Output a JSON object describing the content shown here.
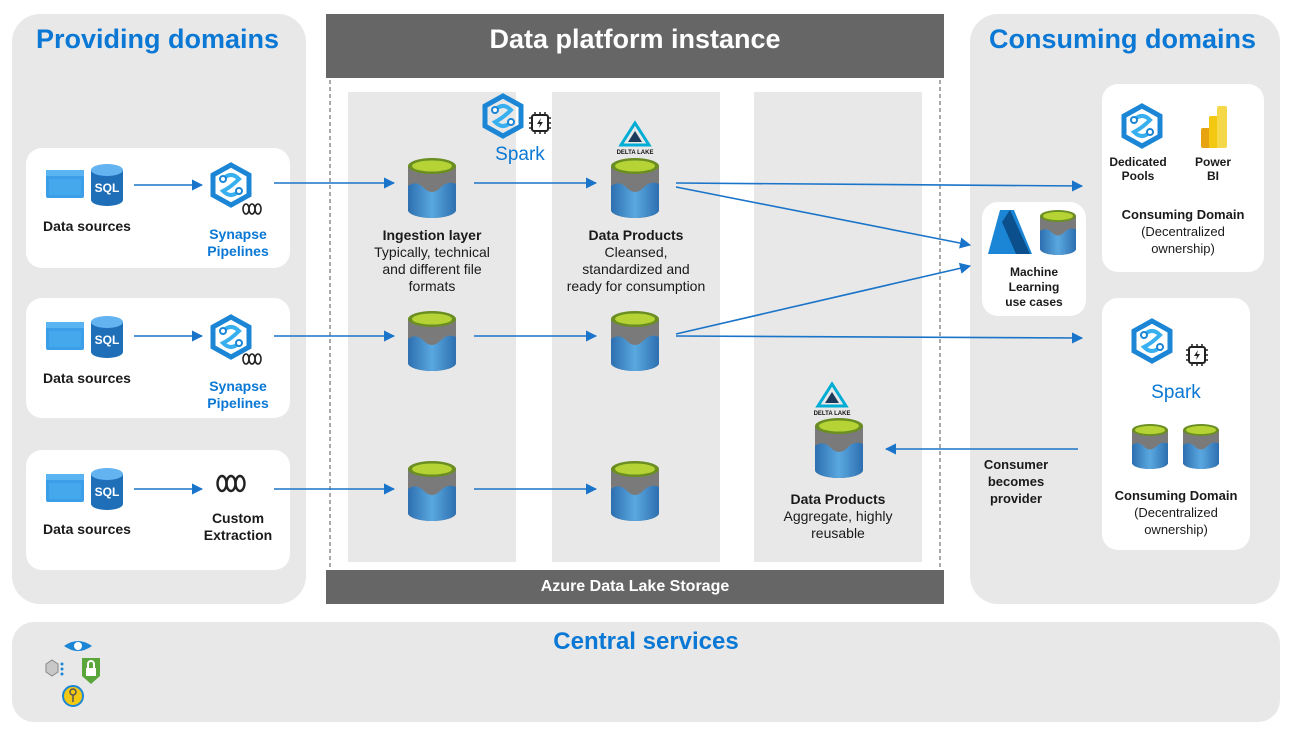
{
  "providing": {
    "title": "Providing domains",
    "rows": [
      {
        "sources_label": "Data sources",
        "tool_label": "Synapse Pipelines",
        "tool_line1": "Synapse",
        "tool_line2": "Pipelines"
      },
      {
        "sources_label": "Data sources",
        "tool_label": "Synapse Pipelines",
        "tool_line1": "Synapse",
        "tool_line2": "Pipelines"
      },
      {
        "sources_label": "Data sources",
        "tool_label": "Custom Extraction",
        "tool_line1": "Custom",
        "tool_line2": "Extraction"
      }
    ],
    "sql_text": "SQL"
  },
  "platform": {
    "title": "Data platform instance",
    "footer": "Azure Data Lake Storage",
    "spark_label": "Spark",
    "delta_text": "DELTA LAKE",
    "ingestion": {
      "title": "Ingestion layer",
      "line1": "Typically, technical",
      "line2": "and different file",
      "line3": "formats"
    },
    "products": {
      "title": "Data Products",
      "line1": "Cleansed,",
      "line2": "standardized and",
      "line3": "ready for consumption"
    },
    "aggregate": {
      "title": "Data Products",
      "line1": "Aggregate, highly",
      "line2": "reusable"
    }
  },
  "consuming": {
    "title": "Consuming domains",
    "top_card": {
      "dedicated_line1": "Dedicated",
      "dedicated_line2": "Pools",
      "powerbi_line1": "Power",
      "powerbi_line2": "BI",
      "domain_title": "Consuming Domain",
      "domain_line1": "(Decentralized",
      "domain_line2": "ownership)"
    },
    "ml_card": {
      "line1": "Machine",
      "line2": "Learning",
      "line3": "use cases"
    },
    "bottom_card": {
      "spark_label": "Spark",
      "domain_title": "Consuming Domain",
      "domain_line1": "(Decentralized",
      "domain_line2": "ownership)"
    },
    "feedback": {
      "line1": "Consumer",
      "line2": "becomes",
      "line3": "provider"
    }
  },
  "central": {
    "title": "Central services"
  },
  "colors": {
    "accent_blue": "#0a78d4",
    "panel_gray": "#e8e8e8",
    "header_gray": "#666666",
    "cylinder_green": "#a4c639",
    "arrow_blue": "#1a74c9",
    "powerbi_yellow": "#f2c811"
  },
  "icons": [
    "window-icon",
    "sql-database-icon",
    "synapse-icon",
    "pipeline-connector-icon",
    "spark-engine-icon",
    "delta-lake-icon",
    "storage-cylinder-icon",
    "powerbi-icon",
    "machine-learning-icon",
    "purview-eye-icon",
    "key-vault-key-icon",
    "security-lock-icon"
  ]
}
